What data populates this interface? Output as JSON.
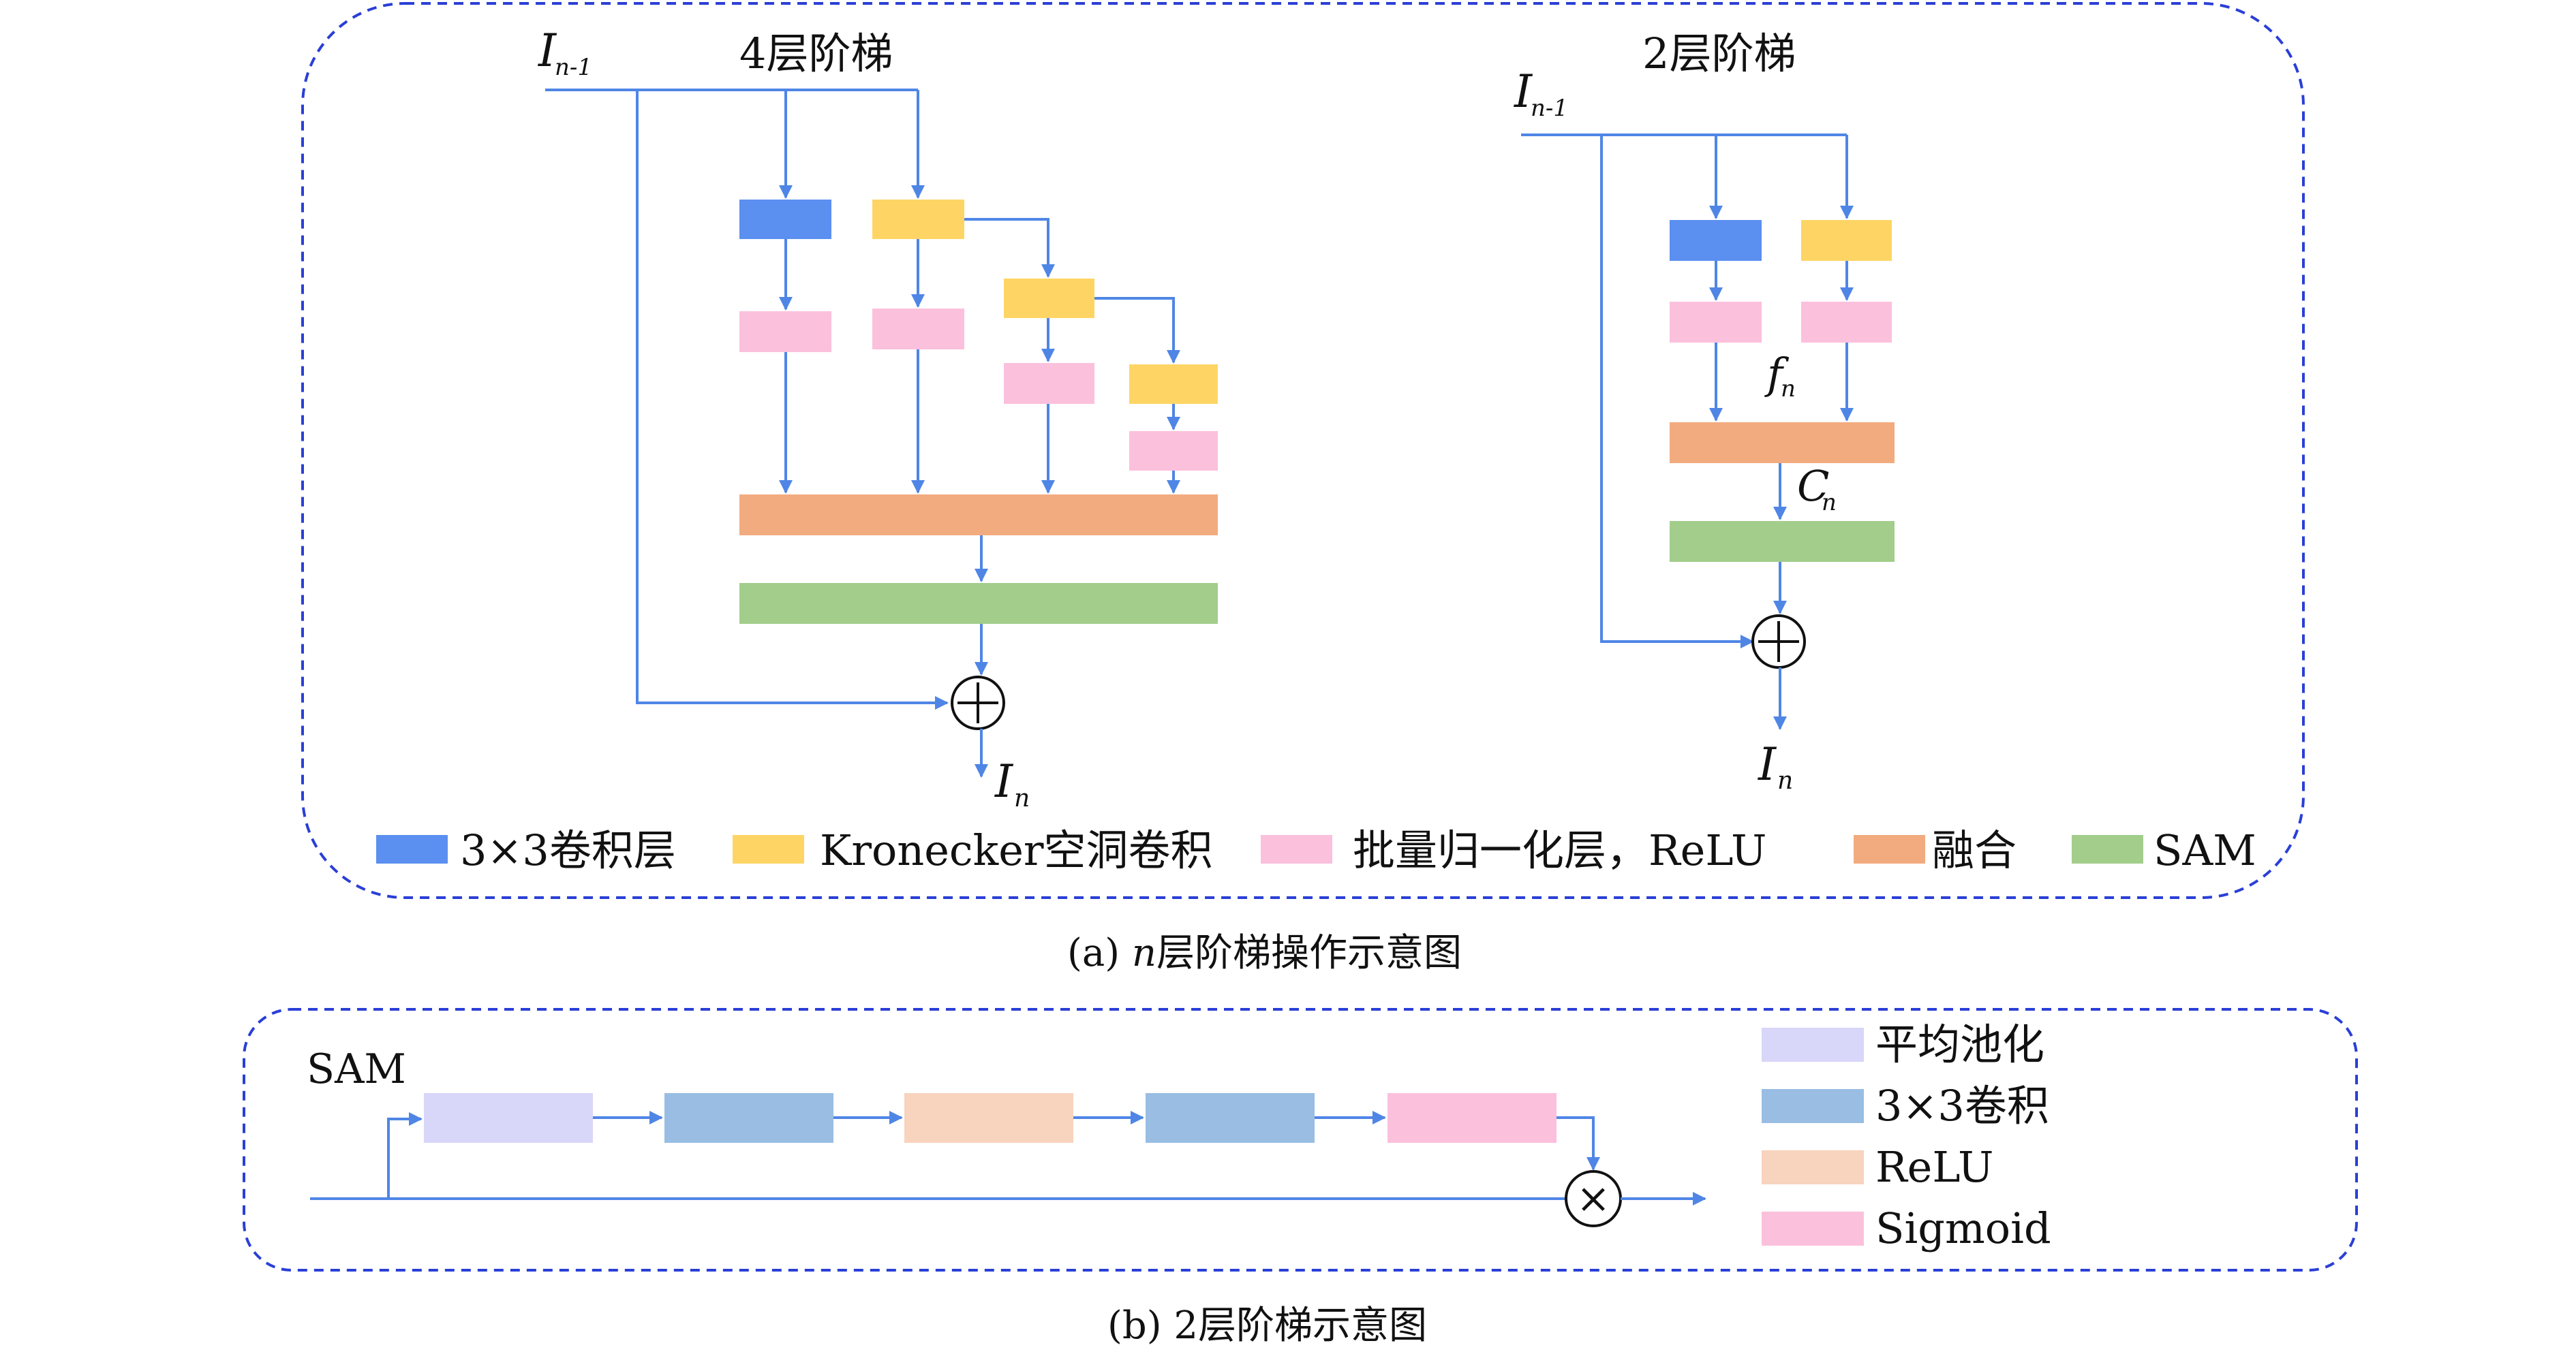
{
  "colors": {
    "conv": "#5b8ff0",
    "kronecker": "#fed565",
    "bn_relu": "#fbc0dc",
    "fusion": "#f2ab7e",
    "sam": "#a2cd8b",
    "pool": "#d8d6f9",
    "conv3x3_b": "#99bde3",
    "relu_b": "#f8d3bd",
    "sigmoid": "#fbc0dc",
    "arrow": "#4f86e6",
    "frame": "#2a3fd6"
  },
  "panel_a": {
    "four_tier": {
      "title": "4层阶梯",
      "input_label": "I",
      "input_sub": "n-1",
      "output_label": "I",
      "output_sub": "n"
    },
    "two_tier": {
      "title": "2层阶梯",
      "input_label": "I",
      "input_sub": "n-1",
      "f_label": "f",
      "f_sub": "n",
      "c_label": "C",
      "c_sub": "n",
      "output_label": "I",
      "output_sub": "n"
    },
    "legend": [
      {
        "label": "3×3卷积层",
        "color_key": "conv"
      },
      {
        "label": "Kronecker空洞卷积",
        "color_key": "kronecker"
      },
      {
        "label": "批量归一化层，ReLU",
        "color_key": "bn_relu"
      },
      {
        "label": "融合",
        "color_key": "fusion"
      },
      {
        "label": "SAM",
        "color_key": "sam"
      }
    ],
    "caption_prefix": "(a) ",
    "caption_var": "n",
    "caption_rest": "层阶梯操作示意图"
  },
  "panel_b": {
    "sam_label": "SAM",
    "operator": "×",
    "legend": [
      {
        "label": "平均池化",
        "color_key": "pool"
      },
      {
        "label": "3×3卷积",
        "color_key": "conv3x3_b"
      },
      {
        "label": "ReLU",
        "color_key": "relu_b"
      },
      {
        "label": "Sigmoid",
        "color_key": "sigmoid"
      }
    ],
    "caption": "(b) 2层阶梯示意图"
  }
}
